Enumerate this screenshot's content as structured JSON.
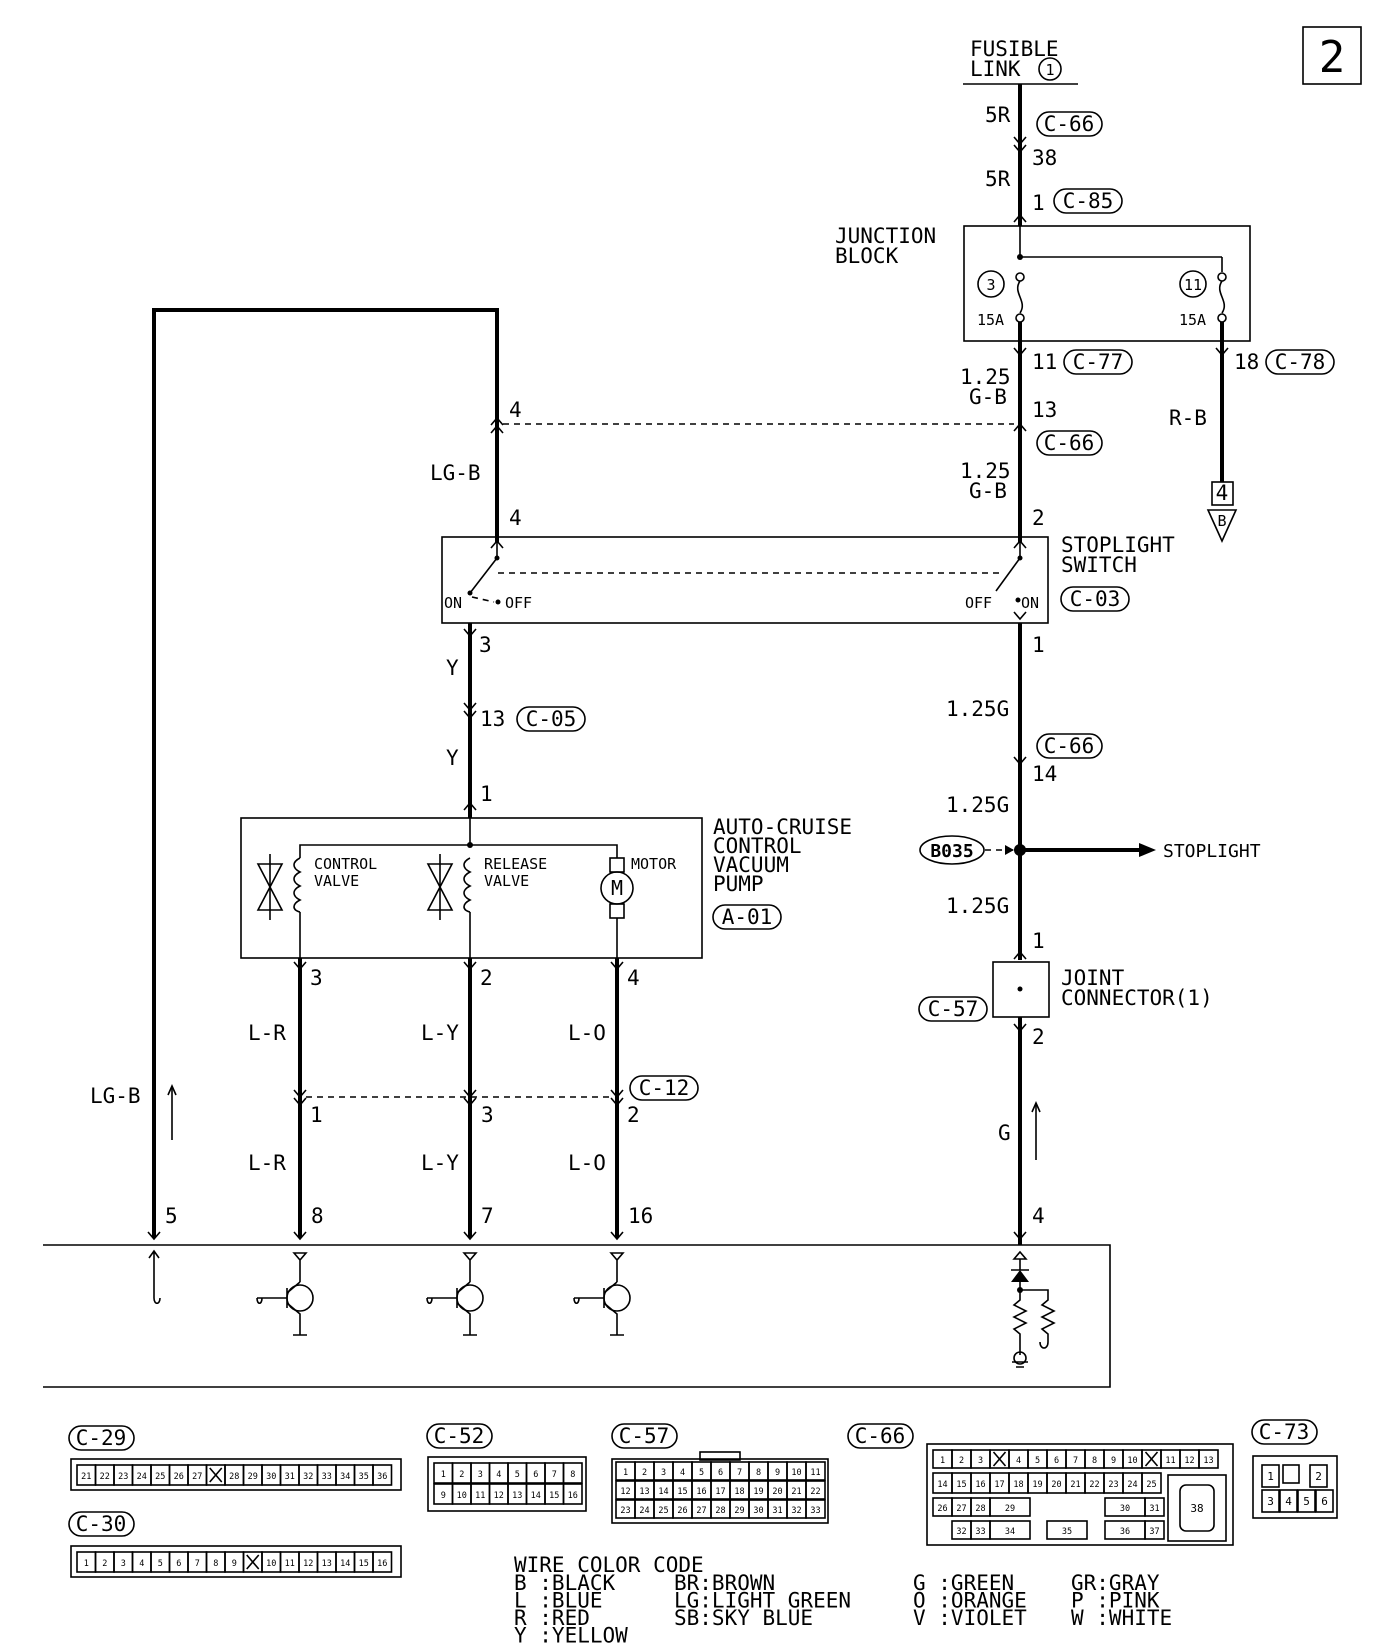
{
  "page_number": "2",
  "fusible_link": {
    "line1": "FUSIBLE",
    "line2": "LINK",
    "num": "1"
  },
  "junction_block": {
    "line1": "JUNCTION",
    "line2": "BLOCK",
    "fuse_left_num": "3",
    "fuse_right_num": "11",
    "fuse_left_amp": "15A",
    "fuse_right_amp": "15A"
  },
  "stoplight_switch": {
    "line1": "STOPLIGHT",
    "line2": "SWITCH",
    "on": "ON",
    "off": "OFF",
    "conn": "C-03"
  },
  "pump": {
    "line1": "AUTO-CRUISE",
    "line2": "CONTROL",
    "line3": "VACUUM",
    "line4": "PUMP",
    "conn": "A-01",
    "control_valve_1": "CONTROL",
    "control_valve_2": "VALVE",
    "release_valve_1": "RELEASE",
    "release_valve_2": "VALVE",
    "motor": "MOTOR",
    "motor_symbol": "M"
  },
  "joint_connector": {
    "line1": "JOINT",
    "line2": "CONNECTOR(1)",
    "conn": "C-57"
  },
  "stoplight_out": "STOPLIGHT",
  "code_b035": "B035",
  "ground_ref": {
    "num": "4",
    "letter": "B"
  },
  "connectors": {
    "c66": "C-66",
    "c85": "C-85",
    "c77": "C-77",
    "c78": "C-78",
    "c05": "C-05",
    "c12": "C-12"
  },
  "wires": {
    "w5r_a": "5R",
    "w5r_b": "5R",
    "w125gb_a_1": "1.25",
    "w125gb_a_2": "G-B",
    "w125gb_b_1": "1.25",
    "w125gb_b_2": "G-B",
    "wrb": "R-B",
    "wlgb": "LG-B",
    "wlgb_left": "LG-B",
    "wy_a": "Y",
    "wy_b": "Y",
    "w125g_a": "1.25G",
    "w125g_b": "1.25G",
    "w125g_c": "1.25G",
    "wg": "G",
    "wlr_a": "L-R",
    "wly_a": "L-Y",
    "wlo_a": "L-O",
    "wlr_b": "L-R",
    "wly_b": "L-Y",
    "wlo_b": "L-O"
  },
  "pins": {
    "p38": "38",
    "p1_c85": "1",
    "p11": "11",
    "p18": "18",
    "p13": "13",
    "p2_sw": "2",
    "p4_top": "4",
    "p4_sw": "4",
    "p3_sw": "3",
    "p1_sw": "1",
    "p13_c05": "13",
    "p1_pump": "1",
    "p14": "14",
    "p1_jc": "1",
    "p2_jc": "2",
    "p3_cv": "3",
    "p2_rv": "2",
    "p4_m": "4",
    "p1_c12": "1",
    "p3_c12": "3",
    "p2_c12": "2",
    "p5": "5",
    "p8": "8",
    "p7": "7",
    "p16": "16",
    "p4_bot": "4"
  },
  "legend": {
    "c29": {
      "label": "C-29",
      "pins": [
        "21",
        "22",
        "23",
        "24",
        "25",
        "26",
        "27",
        "X",
        "28",
        "29",
        "30",
        "31",
        "32",
        "33",
        "34",
        "35",
        "36"
      ]
    },
    "c30": {
      "label": "C-30",
      "pins": [
        "1",
        "2",
        "3",
        "4",
        "5",
        "6",
        "7",
        "8",
        "9",
        "X",
        "10",
        "11",
        "12",
        "13",
        "14",
        "15",
        "16"
      ]
    },
    "c52": {
      "label": "C-52",
      "row1": [
        "1",
        "2",
        "3",
        "4",
        "5",
        "6",
        "7",
        "8"
      ],
      "row2": [
        "9",
        "10",
        "11",
        "12",
        "13",
        "14",
        "15",
        "16"
      ]
    },
    "c57": {
      "label": "C-57",
      "row1": [
        "1",
        "2",
        "3",
        "4",
        "5",
        "6",
        "7",
        "8",
        "9",
        "10",
        "11"
      ],
      "row2": [
        "12",
        "13",
        "14",
        "15",
        "16",
        "17",
        "18",
        "19",
        "20",
        "21",
        "22"
      ],
      "row3": [
        "23",
        "24",
        "25",
        "26",
        "27",
        "28",
        "29",
        "30",
        "31",
        "32",
        "33"
      ]
    },
    "c66": {
      "label": "C-66",
      "row1": [
        "1",
        "2",
        "3",
        "X",
        "4",
        "5",
        "6",
        "7",
        "8",
        "9",
        "10",
        "X",
        "11",
        "12",
        "13"
      ],
      "row2": [
        "14",
        "15",
        "16",
        "17",
        "18",
        "19",
        "20",
        "21",
        "22",
        "23",
        "24",
        "25"
      ],
      "p26": "26",
      "p27": "27",
      "p28": "28",
      "p29": "29",
      "p30": "30",
      "p31": "31",
      "p32": "32",
      "p33": "33",
      "p34": "34",
      "p35": "35",
      "p36": "36",
      "p37": "37",
      "p38": "38"
    },
    "c73": {
      "label": "C-73",
      "p1": "1",
      "p2": "2",
      "p3": "3",
      "p4": "4",
      "p5": "5",
      "p6": "6"
    }
  },
  "wire_color_code": {
    "title": "WIRE COLOR CODE",
    "col1": [
      "B :BLACK",
      "L :BLUE",
      "R :RED",
      "Y :YELLOW"
    ],
    "col2": [
      "BR:BROWN",
      "LG:LIGHT GREEN",
      "SB:SKY BLUE"
    ],
    "col3": [
      "G :GREEN",
      "O :ORANGE",
      "V :VIOLET"
    ],
    "col4": [
      "GR:GRAY",
      "P :PINK",
      "W :WHITE"
    ]
  }
}
